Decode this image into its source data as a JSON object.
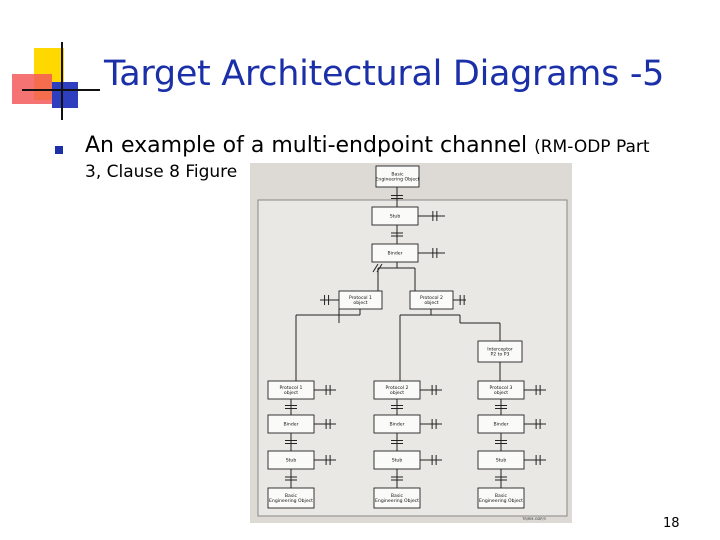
{
  "slide": {
    "title": "Target Architectural Diagrams -5",
    "bullet_main": "An example of a multi-endpoint channel ",
    "bullet_ref": "(RM-ODP Part",
    "bullet_line2": "3, Clause 8 Figure",
    "page_number": "18"
  },
  "diagram": {
    "top_object": [
      "Basic",
      "Engineering Object"
    ],
    "top_stub": "Stub",
    "top_binder": "Binder",
    "protocol_1_top": [
      "Protocol 1",
      "object"
    ],
    "protocol_2_top": [
      "Protocol 2",
      "object"
    ],
    "interceptor": [
      "Interceptor",
      "P2 to P3"
    ],
    "protocol_1_bottom": [
      "Protocol 1",
      "object"
    ],
    "protocol_2_bottom": [
      "Protocol 2",
      "object"
    ],
    "protocol_3_bottom": [
      "Protocol 3",
      "object"
    ],
    "binder_label": "Binder",
    "stub_label": "Stub",
    "bottom_object": [
      "Basic",
      "Engineering Object"
    ],
    "figure_code": "TR/RM-ODP/3"
  }
}
